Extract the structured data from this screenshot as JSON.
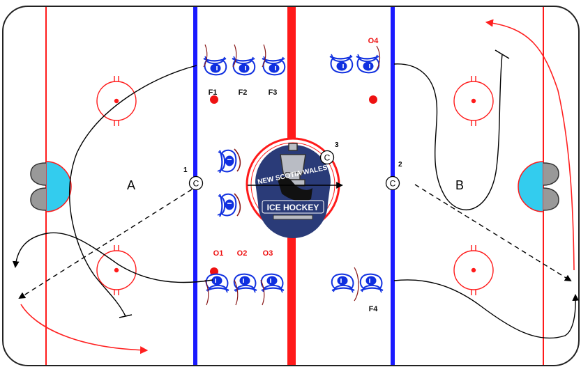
{
  "diagram": {
    "zone_labels": {
      "left": "A",
      "right": "B"
    },
    "coaches": [
      {
        "id": "c1",
        "letter": "C",
        "number": "1"
      },
      {
        "id": "c2",
        "letter": "C",
        "number": "2"
      },
      {
        "id": "c3",
        "letter": "C",
        "number": "3"
      }
    ],
    "player_labels": {
      "forwards_top": [
        "F1",
        "F2",
        "F3"
      ],
      "offense_top": "O4",
      "offense_bottom": [
        "O1",
        "O2",
        "O3"
      ],
      "forward_bottom": "F4"
    },
    "logo": {
      "top_text": "NEW SCOTIA WALES",
      "bottom_text": "ICE HOCKEY"
    },
    "colors": {
      "line_red": "#ff1a1a",
      "blue_line": "#1a1aff",
      "crease": "#33ccee",
      "skater": "#1030e0",
      "puck_dot": "#ee1111",
      "path_black": "#000000",
      "path_red": "#ff2020"
    }
  }
}
